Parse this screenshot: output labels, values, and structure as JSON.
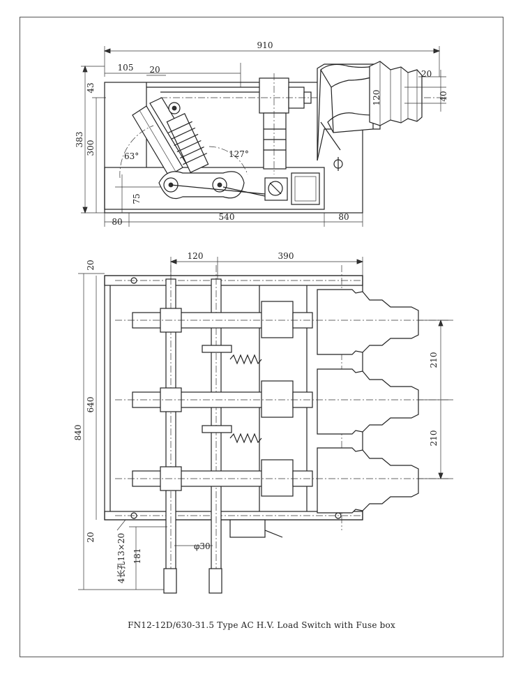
{
  "caption": "FN12-12D/630-31.5 Type AC H.V. Load Switch with Fuse box",
  "top_view": {
    "dims": {
      "overall_width": "910",
      "left_offset": "105",
      "small_offset": "20",
      "right_small": "20",
      "height_total": "383",
      "height_300": "300",
      "height_43": "43",
      "dim_120": "120",
      "dim_40": "40",
      "angle_63": "63°",
      "angle_127": "127°",
      "dim_75": "75",
      "base_80_left": "80",
      "base_540": "540",
      "base_80_right": "80"
    }
  },
  "bottom_view": {
    "dims": {
      "top_20": "20",
      "dim_120": "120",
      "dim_390": "390",
      "height_840": "840",
      "height_640": "640",
      "pitch_210_a": "210",
      "pitch_210_b": "210",
      "bottom_20": "20",
      "slot_note": "4长孔13×20",
      "dim_181": "181",
      "shaft_dia": "φ30"
    }
  }
}
